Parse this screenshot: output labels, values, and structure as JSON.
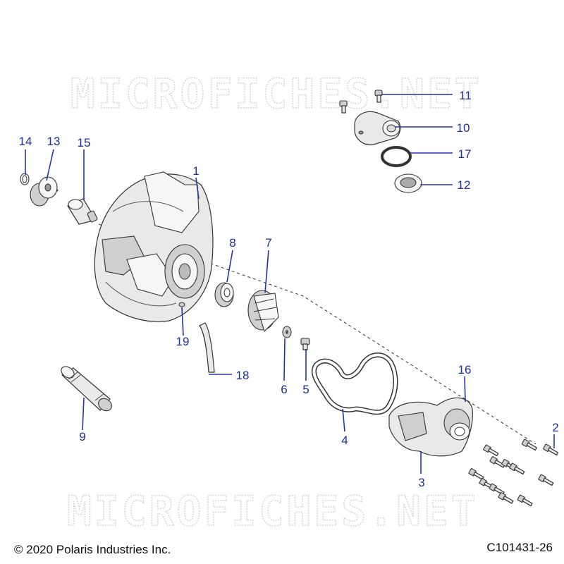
{
  "watermark": {
    "text": "MICROFICHES.NET",
    "color": "#d8d8d8"
  },
  "callout_color": "#1f2f9a",
  "callouts": [
    "1",
    "2",
    "3",
    "4",
    "5",
    "6",
    "7",
    "8",
    "9",
    "10",
    "11",
    "12",
    "13",
    "14",
    "15",
    "16",
    "17",
    "18",
    "19"
  ],
  "footer": {
    "copyright": "© 2020 Polaris Industries Inc.",
    "document_number": "C101431-26"
  }
}
